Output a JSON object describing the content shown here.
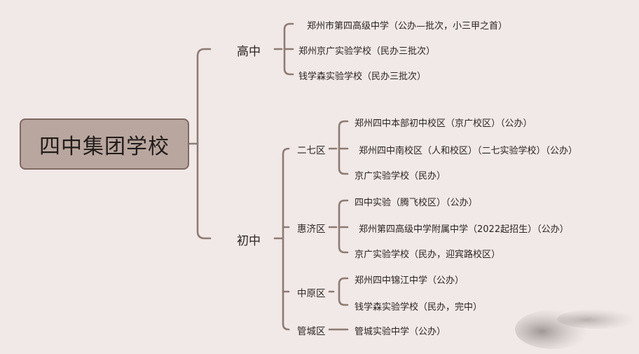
{
  "root": "四中集团学校",
  "senior": {
    "label": "高中",
    "schools": [
      "郑州市第四高级中学（公办—批次，小三甲之首）",
      "郑州京广实验学校（民办三批次）",
      "钱学森实验学校（民办三批次）"
    ]
  },
  "junior": {
    "label": "初中",
    "districts": [
      {
        "name": "二七区",
        "schools": [
          "郑州四中本部初中校区（京广校区）（公办）",
          "郑州四中南校区（人和校区）（二七实验学校）（公办）",
          "京广实验学校（民办）"
        ]
      },
      {
        "name": "惠济区",
        "schools": [
          "四中实验（腾飞校区）（公办）",
          "郑州第四高级中学附属中学（2022起招生）（公办）",
          "京广实验学校（民办，迎宾路校区）"
        ]
      },
      {
        "name": "中原区",
        "schools": [
          "郑州四中锦江中学（公办）",
          "钱学森实验学校（民办，完中）"
        ]
      },
      {
        "name": "管城区",
        "schools": [
          "管城实验中学（公办）"
        ]
      }
    ]
  }
}
